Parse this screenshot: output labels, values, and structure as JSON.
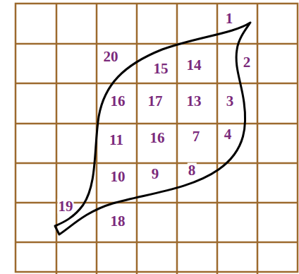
{
  "diagram": {
    "labels": [
      "1",
      "20",
      "15",
      "14",
      "2",
      "16",
      "17",
      "13",
      "3",
      "11",
      "16",
      "7",
      "4",
      "10",
      "9",
      "8",
      "19",
      "18"
    ]
  }
}
